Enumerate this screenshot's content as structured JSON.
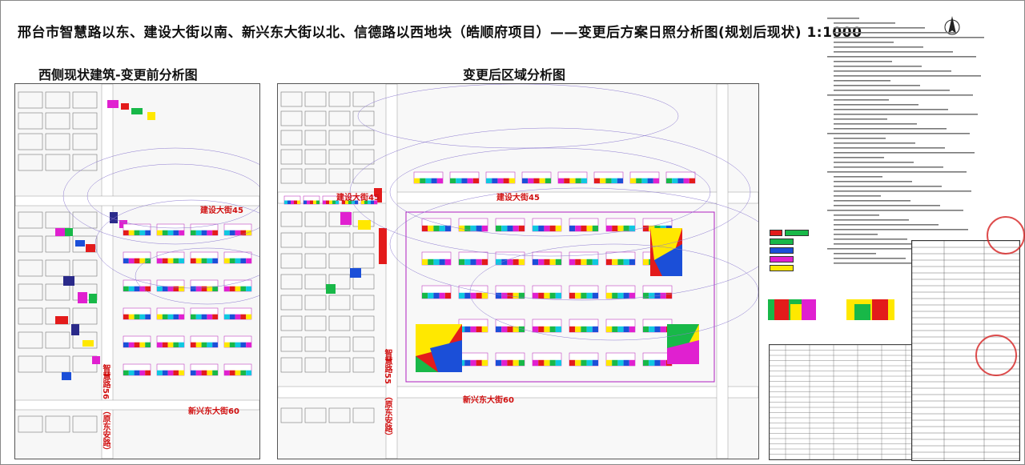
{
  "title": "邢台市智慧路以东、建设大街以南、新兴东大街以北、信德路以西地块（皓顺府项目）——变更后方案日照分析图(规划后现状) 1:1000",
  "left_panel": {
    "subtitle": "西侧现状建筑-变更前分析图",
    "roads": {
      "north": "建设大街45",
      "south": "新兴东大街60",
      "west": "智慧路56",
      "west_note": "（原东安路）"
    }
  },
  "right_panel": {
    "subtitle": "变更后区域分析图",
    "roads": {
      "north_a": "建设大街45",
      "north_b": "建设大街45",
      "south": "新兴东大街60",
      "west": "智慧路55",
      "west_note": "（原东安路）"
    }
  },
  "colors": {
    "red": "#e31b1b",
    "yellow": "#ffe800",
    "green": "#18b848",
    "blue": "#1b4fd8",
    "magenta": "#e020d0",
    "cyan": "#10c8e0",
    "road_text": "#d01010",
    "stamp": "#d62020"
  },
  "legend_icons": [
    "legend-red",
    "legend-yellow",
    "legend-green",
    "legend-blue",
    "legend-magenta"
  ]
}
